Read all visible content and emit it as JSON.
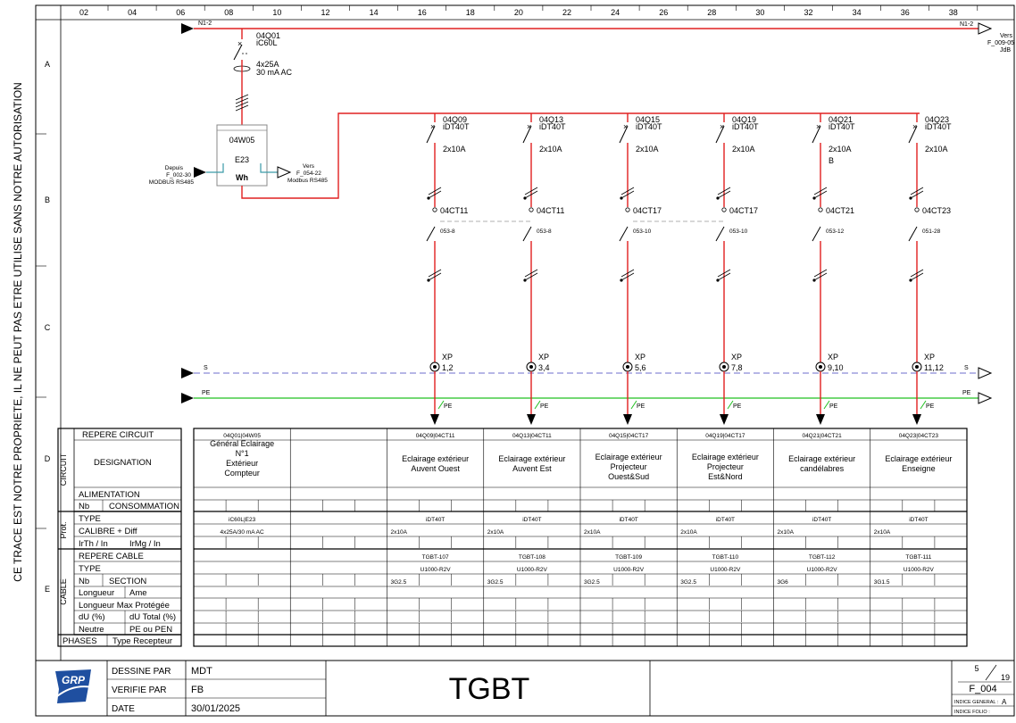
{
  "side_text": "CE TRACE EST NOTRE PROPRIETE, IL NE PEUT PAS ETRE UTILISE SANS NOTRE AUTORISATION",
  "columns": [
    "02",
    "04",
    "06",
    "08",
    "10",
    "12",
    "14",
    "16",
    "18",
    "20",
    "22",
    "24",
    "26",
    "28",
    "30",
    "32",
    "34",
    "36",
    "38"
  ],
  "rows": [
    "A",
    "B",
    "C",
    "D",
    "E"
  ],
  "bus": {
    "label_left": "N1-2",
    "label_right": "N1-2",
    "dest": [
      "Vers",
      "F_009-05",
      "JdB"
    ]
  },
  "main_breaker": {
    "ref": "04Q01",
    "type": "iC60L",
    "rating": "4x25A",
    "diff": "30 mA AC"
  },
  "meter": {
    "ref": "04W05",
    "code": "E23",
    "unit": "Wh",
    "in": [
      "Depuis",
      "F_002-30",
      "MODBUS RS485"
    ],
    "out": [
      "Vers",
      "F_054-22",
      "Modbus RS485"
    ]
  },
  "circuits": [
    {
      "q_ref": "04Q09",
      "q_type": "iDT40T",
      "q_rating": "2x10A",
      "q_extra": "",
      "ct": "04CT11",
      "ct_ref": "053-8",
      "xp": "XP",
      "xp_num": "1,2",
      "pe": "PE"
    },
    {
      "q_ref": "04Q13",
      "q_type": "iDT40T",
      "q_rating": "2x10A",
      "q_extra": "",
      "ct": "04CT11",
      "ct_ref": "053-8",
      "xp": "XP",
      "xp_num": "3,4",
      "pe": "PE"
    },
    {
      "q_ref": "04Q15",
      "q_type": "iDT40T",
      "q_rating": "2x10A",
      "q_extra": "",
      "ct": "04CT17",
      "ct_ref": "053-10",
      "xp": "XP",
      "xp_num": "5,6",
      "pe": "PE"
    },
    {
      "q_ref": "04Q19",
      "q_type": "iDT40T",
      "q_rating": "2x10A",
      "q_extra": "",
      "ct": "04CT17",
      "ct_ref": "053-10",
      "xp": "XP",
      "xp_num": "7,8",
      "pe": "PE"
    },
    {
      "q_ref": "04Q21",
      "q_type": "iDT40T",
      "q_rating": "2x10A",
      "q_extra": "B",
      "ct": "04CT21",
      "ct_ref": "053-12",
      "xp": "XP",
      "xp_num": "9,10",
      "pe": "PE"
    },
    {
      "q_ref": "04Q23",
      "q_type": "iDT40T",
      "q_rating": "2x10A",
      "q_extra": "",
      "ct": "04CT23",
      "ct_ref": "051-28",
      "xp": "XP",
      "xp_num": "11,12",
      "pe": "PE"
    }
  ],
  "lines": {
    "s_label": "S",
    "s_label_right": "S",
    "pe_label": "PE",
    "pe_label_right": "PE"
  },
  "table": {
    "labels": {
      "circuit": "CIRCUIT",
      "prot": "Prot.",
      "cable": "CABLE",
      "repere_circuit": "REPERE CIRCUIT",
      "designation": "DESIGNATION",
      "alimentation": "ALIMENTATION",
      "nb": "Nb",
      "consommation": "CONSOMMATION",
      "type": "TYPE",
      "calibre": "CALIBRE + Diff",
      "irth": "IrTh / In",
      "irmg": "IrMg / In",
      "repere_cable": "REPERE CABLE",
      "cable_type": "TYPE",
      "cable_nb": "Nb",
      "section": "SECTION",
      "longueur": "Longueur",
      "ame": "Ame",
      "longueur_max": "Longueur Max Protégée",
      "du": "dU (%)",
      "du_total": "dU Total (%)",
      "neutre": "Neutre",
      "pe_pen": "PE ou PEN",
      "phases": "PHASES",
      "type_recepteur": "Type Recepteur"
    },
    "cols": [
      {
        "repere": "04Q01|04W05",
        "designation": [
          "Général Eclairage",
          "N°1",
          "Extérieur",
          "Compteur"
        ],
        "type": "iC60L|E23",
        "calibre": "4x25A/30 mA AC",
        "cable": "",
        "cable_type": "",
        "section": ""
      },
      {
        "repere": "",
        "designation": [],
        "type": "",
        "calibre": "",
        "cable": "",
        "cable_type": "",
        "section": ""
      },
      {
        "repere": "04Q09|04CT11",
        "designation": [
          "Eclairage extérieur",
          "Auvent Ouest"
        ],
        "type": "iDT40T",
        "calibre": "2x10A",
        "cable": "TGBT-107",
        "cable_type": "U1000-R2V",
        "section": "3G2.5"
      },
      {
        "repere": "04Q13|04CT11",
        "designation": [
          "Eclairage extérieur",
          "Auvent Est"
        ],
        "type": "iDT40T",
        "calibre": "2x10A",
        "cable": "TGBT-108",
        "cable_type": "U1000-R2V",
        "section": "3G2.5"
      },
      {
        "repere": "04Q15|04CT17",
        "designation": [
          "Eclairage extérieur",
          "Projecteur",
          "Ouest&Sud"
        ],
        "type": "iDT40T",
        "calibre": "2x10A",
        "cable": "TGBT-109",
        "cable_type": "U1000-R2V",
        "section": "3G2.5"
      },
      {
        "repere": "04Q19|04CT17",
        "designation": [
          "Eclairage extérieur",
          "Projecteur",
          "Est&Nord"
        ],
        "type": "iDT40T",
        "calibre": "2x10A",
        "cable": "TGBT-110",
        "cable_type": "U1000-R2V",
        "section": "3G2.5"
      },
      {
        "repere": "04Q21|04CT21",
        "designation": [
          "Eclairage extérieur",
          "candélabres"
        ],
        "type": "iDT40T",
        "calibre": "2x10A",
        "cable": "TGBT-112",
        "cable_type": "U1000-R2V",
        "section": "3G6"
      },
      {
        "repere": "04Q23|04CT23",
        "designation": [
          "Eclairage extérieur",
          "Enseigne"
        ],
        "type": "iDT40T",
        "calibre": "2x10A",
        "cable": "TGBT-111",
        "cable_type": "U1000-R2V",
        "section": "3G1.5"
      }
    ]
  },
  "titleblock": {
    "logo": "GRP",
    "dessine_label": "DESSINE PAR",
    "dessine": "MDT",
    "verifie_label": "VERIFIE PAR",
    "verifie": "FB",
    "date_label": "DATE",
    "date": "30/01/2025",
    "title": "TGBT",
    "folio": "5",
    "folio_total": "19",
    "folio_ref": "F_004",
    "indice_general_label": "INDICE GENERAL :",
    "indice_general": "A",
    "indice_folio_label": "INDICE FOLIO :"
  },
  "colors": {
    "power": "#e02020",
    "neutral": "#8a8ad8",
    "earth": "#20c020",
    "ink": "#000000",
    "grid": "#bbbbbb"
  }
}
